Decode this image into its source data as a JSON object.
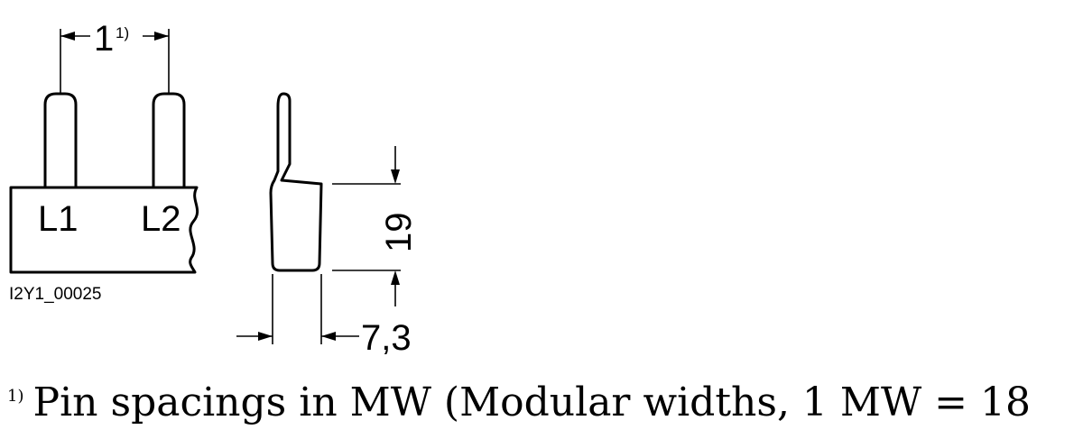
{
  "dimension_spacing": {
    "value": "1",
    "ref": "1)"
  },
  "pin_labels": [
    "L1",
    "L2"
  ],
  "drawing_id": "I2Y1_00025",
  "dimension_height": "19",
  "dimension_width": "7,3",
  "footnote": {
    "ref": "1)",
    "text": "Pin spacings in MW (Modular widths, 1 MW = 18"
  }
}
